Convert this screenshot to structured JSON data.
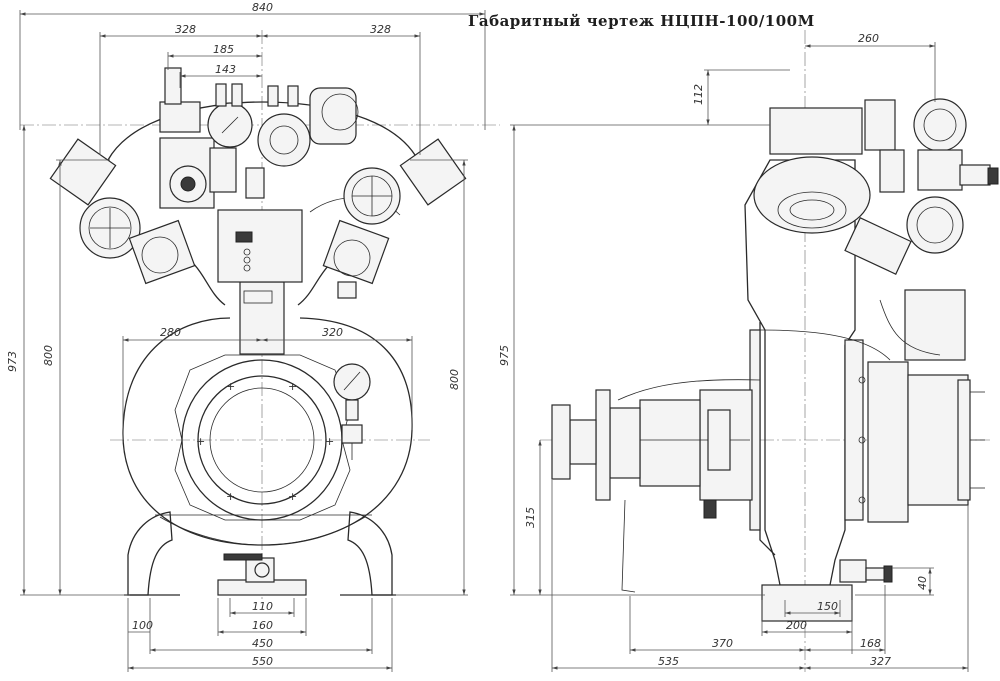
{
  "title": "Габаритный чертеж НЦПН-100/100М",
  "front_view": {
    "overall_width": "840",
    "half_width_left": "328",
    "half_width_right": "328",
    "manifold_width": "185",
    "valve_spacing": "143",
    "left_offset": "280",
    "right_offset": "320",
    "total_height": "973",
    "body_height_left": "800",
    "body_height_right": "800",
    "base_center": "110",
    "base_mid": "160",
    "base_foot": "100",
    "base_span": "450",
    "base_overall": "550"
  },
  "side_view": {
    "top_width": "260",
    "top_offset": "112",
    "total_height": "975",
    "axis_height": "315",
    "drain_height": "40",
    "base_inner": "150",
    "base_width": "200",
    "base_offset": "370",
    "right_offset": "168",
    "left_overall": "535",
    "right_overall": "327"
  }
}
